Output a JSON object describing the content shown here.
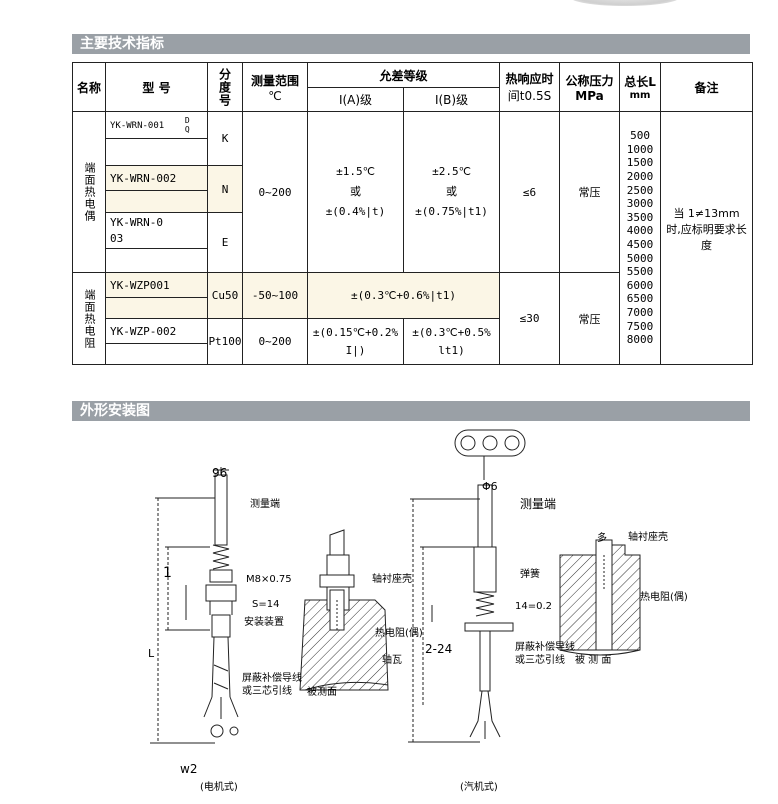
{
  "sections": {
    "specs_title": "主要技术指标",
    "install_title": "外形安装图"
  },
  "table": {
    "headers": {
      "name": "名称",
      "model": "型 号",
      "grade": "分度号",
      "range": "测量范围",
      "range_unit": "℃",
      "tolerance": "允差等级",
      "class_a": "I(A)级",
      "class_b": "I(B)级",
      "response": "热响应时",
      "response2": "间t0.5S",
      "pressure": "公称压力",
      "pressure_unit": "MPa",
      "length": "总长L",
      "length_unit": "mm",
      "remark": "备注"
    },
    "thermocouple": {
      "name": "端面热电偶",
      "model1": "YK-WRN-001",
      "model1_suffix1": "D",
      "model1_suffix2": "Q",
      "model2": "YK-WRN-002",
      "model3": "YK-WRN-003",
      "grade_k": "K",
      "grade_n": "N",
      "grade_e": "E",
      "range": "0~200",
      "tol_a1": "±1.5℃",
      "tol_a2": "或",
      "tol_a3": "±(0.4%|t)",
      "tol_b1": "±2.5℃",
      "tol_b2": "或",
      "tol_b3": "±(0.75%|t1)",
      "response": "≤6",
      "pressure": "常压"
    },
    "rtd": {
      "name": "端面热电阻",
      "model1": "YK-WZP001",
      "model2": "YK-WZP-002",
      "grade_cu": "Cu50",
      "grade_pt": "Pt100",
      "range1": "-50~100",
      "range2": "0~200",
      "tol_merged": "±(0.3℃+0.6%|t1)",
      "tol_a": "±(0.15℃+0.2% I|)",
      "tol_b": "±(0.3℃+0.5% lt1)",
      "response": "≤30",
      "pressure": "常压"
    },
    "lengths": [
      "500",
      "1000",
      "1500",
      "2000",
      "2500",
      "3000",
      "3500",
      "4000",
      "4500",
      "5000",
      "5500",
      "6000",
      "6500",
      "7000",
      "7500",
      "8000"
    ],
    "remark": "当 1≠13mm 时,应标明要求长度"
  },
  "drawing": {
    "left": {
      "dim_top": "96",
      "measure_end": "测量端",
      "thread": "M8×0.75",
      "wrench": "S=14",
      "mount": "安装装置",
      "l_label": "1",
      "L_label": "L",
      "cable1": "屏蔽补偿导线",
      "cable2": "或三芯引线",
      "w2": "w2",
      "caption": "(电机式)",
      "bush": "轴衬座壳",
      "sensor": "热电阻(偶)",
      "tile": "轴瓦",
      "measured": "被测面"
    },
    "right": {
      "dim_top": "Φ6",
      "measure_end": "测量端",
      "spring": "弹簧",
      "dim_14": "14=0.2",
      "dim_224": "2-24",
      "cable1": "屏蔽补偿导线",
      "cable2": "或三芯引线",
      "measured": "被 测 面",
      "caption": "(汽机式)",
      "bush": "轴衬座壳",
      "sensor": "热电阻(偶)",
      "small": "多"
    }
  }
}
